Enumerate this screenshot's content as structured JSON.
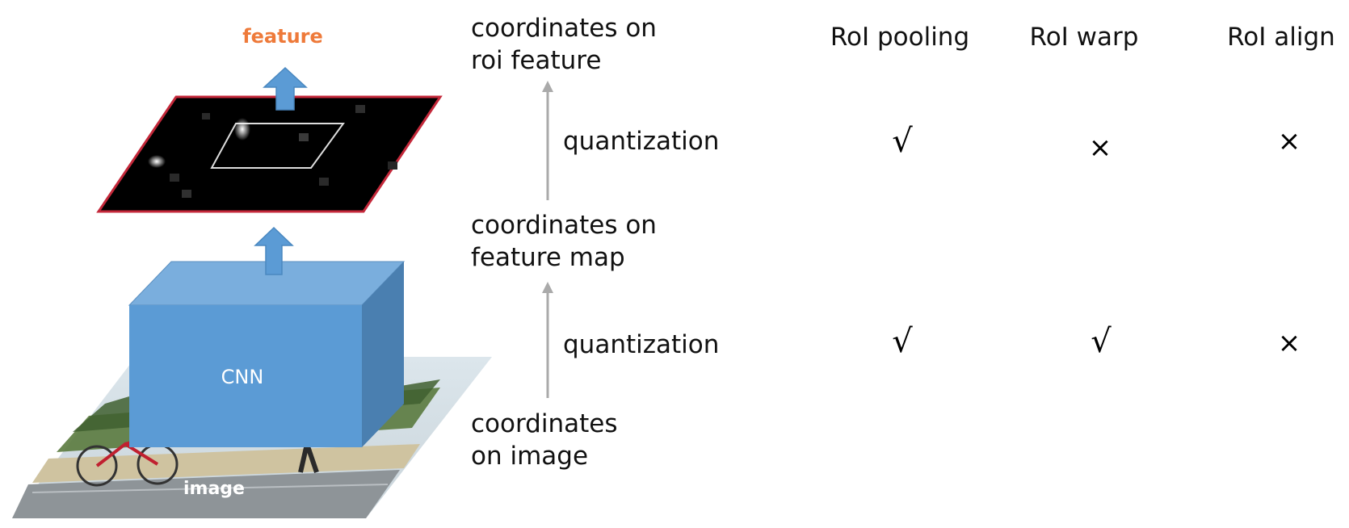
{
  "left_diagram": {
    "feature_label": "feature",
    "cnn_label": "CNN",
    "image_label": "image"
  },
  "coordinates": {
    "roi_feature": [
      "coordinates on",
      "roi feature"
    ],
    "feature_map": [
      "coordinates on",
      "feature map"
    ],
    "image": [
      "coordinates",
      "on image"
    ]
  },
  "quantization": {
    "upper": "quantization",
    "lower": "quantization"
  },
  "table": {
    "headers": [
      "RoI pooling",
      "RoI warp",
      "RoI align"
    ],
    "rows": [
      {
        "step": "quantization",
        "marks": [
          "√",
          "×",
          "×"
        ]
      },
      {
        "step": "quantization",
        "marks": [
          "√",
          "√",
          "×"
        ]
      }
    ]
  },
  "colors": {
    "feature_label": "#ee7a3a",
    "cube_front": "#5b9bd5",
    "cube_top": "#7aaedd",
    "cube_side": "#4a7fb0",
    "feature_border": "#c4283a",
    "arrow_gray": "#aaaaaa"
  }
}
